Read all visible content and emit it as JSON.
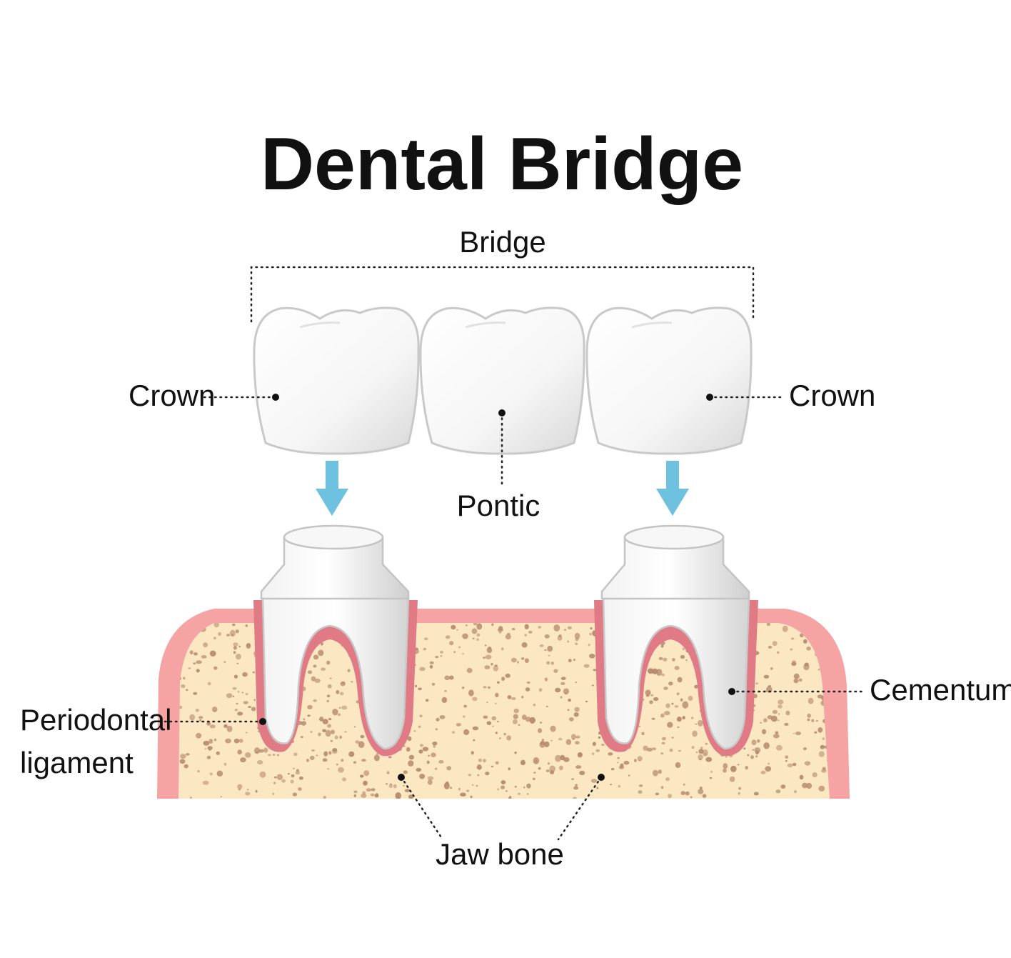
{
  "title": "Dental Bridge",
  "labels": {
    "bridge": "Bridge",
    "crown_left": "Crown",
    "crown_right": "Crown",
    "pontic": "Pontic",
    "cementum": "Cementum",
    "periodontal_line1": "Periodontal",
    "periodontal_line2": "ligament",
    "jaw_bone": "Jaw bone"
  },
  "colors": {
    "tooth_light": "#ffffff",
    "tooth_shade": "#dcdcdc",
    "tooth_outline": "#c7c7c7",
    "gum_pink": "#f5a3a3",
    "ligament_red": "#e07a84",
    "bone_fill": "#fbe7c2",
    "bone_speckle": "#b58a6e",
    "arrow_blue": "#6ec2e0",
    "text": "#111111"
  },
  "icons": {
    "arrow_left": "arrow-down-icon",
    "arrow_right": "arrow-down-icon"
  }
}
